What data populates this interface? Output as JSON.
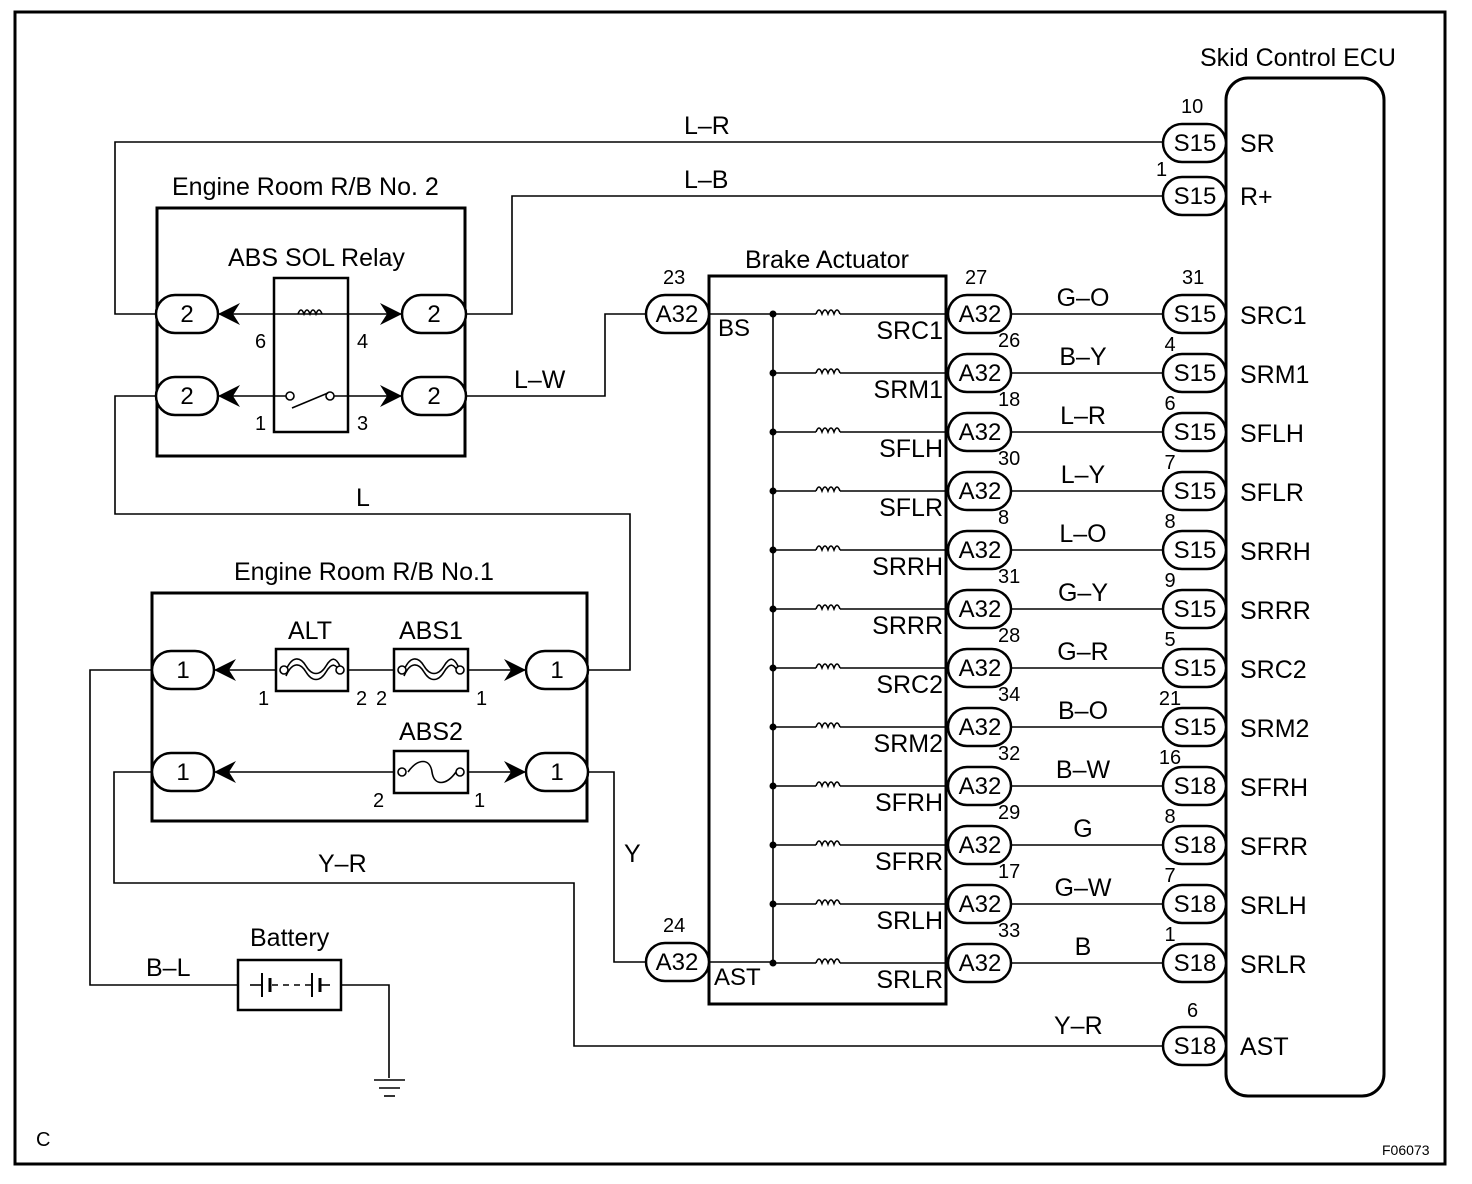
{
  "diagram": {
    "corner_letter": "C",
    "figure_code": "F06073",
    "labels": {
      "ecu": "Skid Control ECU",
      "rb2": "Engine Room R/B No. 2",
      "relay": "ABS SOL Relay",
      "actuator": "Brake Actuator",
      "rb1": "Engine Room R/B No.1",
      "battery": "Battery",
      "fuse_alt": "ALT",
      "fuse_abs1": "ABS1",
      "fuse_abs2": "ABS2",
      "act_bs": "BS",
      "act_ast": "AST"
    },
    "wires": {
      "sr": "L–R",
      "rplus": "L–B",
      "lw": "L–W",
      "l": "L",
      "y": "Y",
      "yr": "Y–R",
      "bl": "B–L",
      "yr2": "Y–R"
    },
    "pins": {
      "relay_tl": "2",
      "relay_tr": "2",
      "relay_bl": "2",
      "relay_br": "2",
      "relay_6": "6",
      "relay_4": "4",
      "relay_1": "1",
      "relay_3": "3",
      "rb1_tl": "1",
      "rb1_tr": "1",
      "rb1_bl": "1",
      "rb1_br": "1",
      "alt_1": "1",
      "alt_2": "2",
      "abs1_2": "2",
      "abs1_1": "1",
      "abs2_2": "2",
      "abs2_1": "1",
      "bs_conn": "A32",
      "bs_pin": "23",
      "ast_conn": "A32",
      "ast_pin": "24",
      "ecu_sr_conn": "S15",
      "ecu_sr_pin": "10",
      "ecu_sr_term": "SR",
      "ecu_rp_conn": "S15",
      "ecu_rp_pin": "1",
      "ecu_rp_term": "R+",
      "ecu_ast_conn": "S18",
      "ecu_ast_pin": "6",
      "ecu_ast_term": "AST"
    },
    "solenoids": [
      {
        "act_term": "SRC1",
        "act_conn": "A32",
        "act_pin": "27",
        "wire": "G–O",
        "ecu_conn": "S15",
        "ecu_pin": "31",
        "ecu_term": "SRC1"
      },
      {
        "act_term": "SRM1",
        "act_conn": "A32",
        "act_pin": "26",
        "wire": "B–Y",
        "ecu_conn": "S15",
        "ecu_pin": "4",
        "ecu_term": "SRM1"
      },
      {
        "act_term": "SFLH",
        "act_conn": "A32",
        "act_pin": "18",
        "wire": "L–R",
        "ecu_conn": "S15",
        "ecu_pin": "6",
        "ecu_term": "SFLH"
      },
      {
        "act_term": "SFLR",
        "act_conn": "A32",
        "act_pin": "30",
        "wire": "L–Y",
        "ecu_conn": "S15",
        "ecu_pin": "7",
        "ecu_term": "SFLR"
      },
      {
        "act_term": "SRRH",
        "act_conn": "A32",
        "act_pin": "8",
        "wire": "L–O",
        "ecu_conn": "S15",
        "ecu_pin": "8",
        "ecu_term": "SRRH"
      },
      {
        "act_term": "SRRR",
        "act_conn": "A32",
        "act_pin": "31",
        "wire": "G–Y",
        "ecu_conn": "S15",
        "ecu_pin": "9",
        "ecu_term": "SRRR"
      },
      {
        "act_term": "SRC2",
        "act_conn": "A32",
        "act_pin": "28",
        "wire": "G–R",
        "ecu_conn": "S15",
        "ecu_pin": "5",
        "ecu_term": "SRC2"
      },
      {
        "act_term": "SRM2",
        "act_conn": "A32",
        "act_pin": "34",
        "wire": "B–O",
        "ecu_conn": "S15",
        "ecu_pin": "21",
        "ecu_term": "SRM2"
      },
      {
        "act_term": "SFRH",
        "act_conn": "A32",
        "act_pin": "32",
        "wire": "B–W",
        "ecu_conn": "S18",
        "ecu_pin": "16",
        "ecu_term": "SFRH"
      },
      {
        "act_term": "SFRR",
        "act_conn": "A32",
        "act_pin": "29",
        "wire": "G",
        "ecu_conn": "S18",
        "ecu_pin": "8",
        "ecu_term": "SFRR"
      },
      {
        "act_term": "SRLH",
        "act_conn": "A32",
        "act_pin": "17",
        "wire": "G–W",
        "ecu_conn": "S18",
        "ecu_pin": "7",
        "ecu_term": "SRLH"
      },
      {
        "act_term": "SRLR",
        "act_conn": "A32",
        "act_pin": "33",
        "wire": "B",
        "ecu_conn": "S18",
        "ecu_pin": "1",
        "ecu_term": "SRLR"
      }
    ]
  }
}
